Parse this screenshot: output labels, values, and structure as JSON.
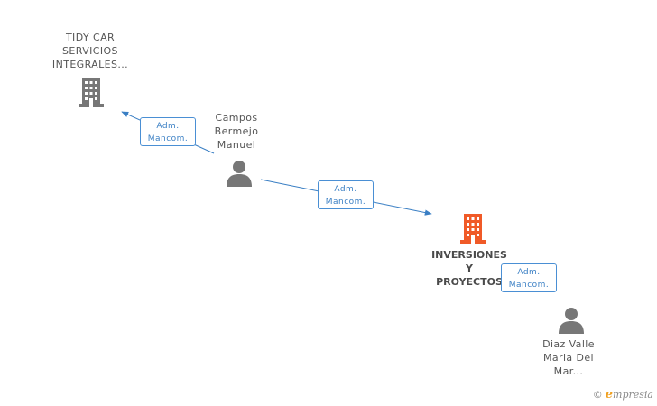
{
  "colors": {
    "edge": "#3a7fc4",
    "badge_border": "#4a8fd4",
    "company_grey": "#777777",
    "company_focus": "#f05a28",
    "person": "#777777"
  },
  "nodes": {
    "tidy": {
      "lines": [
        "TIDY CAR",
        "SERVICIOS",
        "INTEGRALES..."
      ],
      "icon": "building-icon"
    },
    "campos": {
      "lines": [
        "Campos",
        "Bermejo",
        "Manuel"
      ],
      "icon": "person-icon"
    },
    "inversiones": {
      "lines": [
        "INVERSIONES",
        "Y",
        "PROYECTOS"
      ],
      "icon": "building-icon"
    },
    "diaz": {
      "lines": [
        "Diaz Valle",
        "Maria Del",
        "Mar..."
      ],
      "icon": "person-icon"
    }
  },
  "edges": [
    {
      "from": "campos",
      "to": "tidy",
      "role": [
        "Adm.",
        "Mancom."
      ]
    },
    {
      "from": "campos",
      "to": "inversiones",
      "role": [
        "Adm.",
        "Mancom."
      ]
    },
    {
      "from": "diaz",
      "to": "inversiones",
      "role": [
        "Adm.",
        "Mancom."
      ]
    }
  ],
  "brand": {
    "copyright": "©",
    "first_letter": "e",
    "rest": "mpresia"
  }
}
